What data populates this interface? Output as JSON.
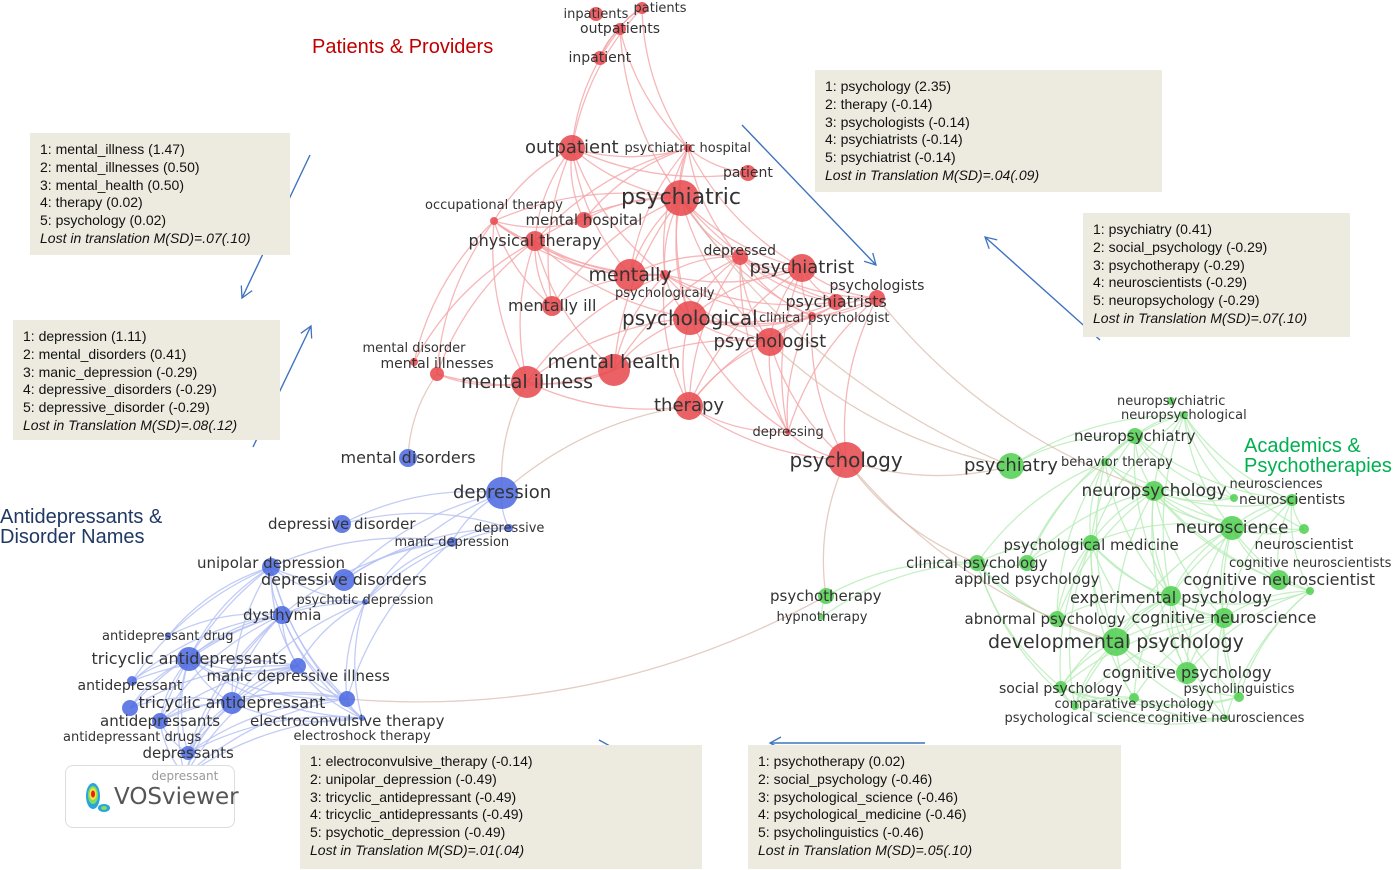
{
  "colors": {
    "patients_providers": "#e8474b",
    "antidepressants_disorders": "#4a67e0",
    "academics_psychotherapies": "#4fcf4f",
    "arrow": "#3f73c0"
  },
  "cluster_labels": {
    "patients_providers": "Patients & Providers",
    "antidepressants_line1": "Antidepressants &",
    "antidepressants_line2": "Disorder Names",
    "academics_line1": "Academics &",
    "academics_line2": "Psychotherapies"
  },
  "nodes": {
    "red": [
      "inpatients",
      "patients",
      "outpatients",
      "inpatient",
      "outpatient",
      "psychiatric hospital",
      "patient",
      "psychiatric",
      "occupational therapy",
      "mental hospital",
      "physical therapy",
      "depressed",
      "mentally",
      "psychologically",
      "psychiatrist",
      "mentally ill",
      "psychological",
      "clinical psychologist",
      "psychiatrists",
      "psychologists",
      "psychologist",
      "mental disorder",
      "mental illnesses",
      "mental illness",
      "mental health",
      "therapy",
      "depressing",
      "psychology"
    ],
    "blue": [
      "mental disorders",
      "depression",
      "depressive",
      "depressive disorder",
      "manic depression",
      "unipolar depression",
      "depressive disorders",
      "psychotic depression",
      "dysthymia",
      "antidepressant drug",
      "tricyclic antidepressants",
      "manic depressive illness",
      "antidepressant drugs",
      "electroconvulsive therapy",
      "tricyclic antidepressant",
      "antidepressant",
      "antidepressants",
      "electroshock therapy",
      "depressants",
      "depressant"
    ],
    "green": [
      "neuropsychiatric",
      "neuropsychological",
      "neuropsychiatry",
      "psychiatry",
      "behavior therapy",
      "neuropsychology",
      "neurosciences",
      "neuroscientists",
      "neuroscience",
      "neuroscientist",
      "psychological medicine",
      "clinical psychology",
      "applied psychology",
      "psychotherapy",
      "hypnotherapy",
      "cognitive neuroscientist",
      "experimental psychology",
      "cognitive neuroscientists",
      "abnormal psychology",
      "cognitive neuroscience",
      "developmental psychology",
      "cognitive psychology",
      "social psychology",
      "comparative psychology",
      "psycholinguistics",
      "psychological science",
      "cognitive neurosciences"
    ]
  },
  "boxes": [
    {
      "items": [
        "1: mental_illness (1.47)",
        "2: mental_illnesses (0.50)",
        "3: mental_health (0.50)",
        "4: therapy (0.02)",
        "5: psychology (0.02)"
      ],
      "summary": "Lost in translation M(SD)=.07(.10)"
    },
    {
      "items": [
        "1: depression (1.11)",
        "2: mental_disorders (0.41)",
        "3: manic_depression (-0.29)",
        "4: depressive_disorders (-0.29)",
        "5: depressive_disorder (-0.29)"
      ],
      "summary": "Lost in Translation M(SD)=.08(.12)"
    },
    {
      "items": [
        "1: psychology (2.35)",
        "2: therapy (-0.14)",
        "3: psychologists (-0.14)",
        "4: psychiatrists (-0.14)",
        "5: psychiatrist (-0.14)"
      ],
      "summary": "Lost in Translation M(SD)=.04(.09)"
    },
    {
      "items": [
        "1: psychiatry (0.41)",
        "2: social_psychology (-0.29)",
        "3: psychotherapy (-0.29)",
        "4: neuroscientists (-0.29)",
        "5: neuropsychology (-0.29)"
      ],
      "summary": "Lost in Translation M(SD)=.07(.10)"
    },
    {
      "items": [
        "1: electroconvulsive_therapy (-0.14)",
        "2: unipolar_depression (-0.49)",
        "3: tricyclic_antidepressant (-0.49)",
        "4: tricyclic_antidepressants (-0.49)",
        "5: psychotic_depression (-0.49)"
      ],
      "summary": "Lost in Translation M(SD)=.01(.04)"
    },
    {
      "items": [
        "1: psychotherapy (0.02)",
        "2: social_psychology (-0.46)",
        "3: psychological_science (-0.46)",
        "4: psychological_medicine (-0.46)",
        "5: psycholinguistics (-0.46)"
      ],
      "summary": "Lost in Translation M(SD)=.05(.10)"
    }
  ],
  "logo": {
    "text": "VOSviewer"
  }
}
